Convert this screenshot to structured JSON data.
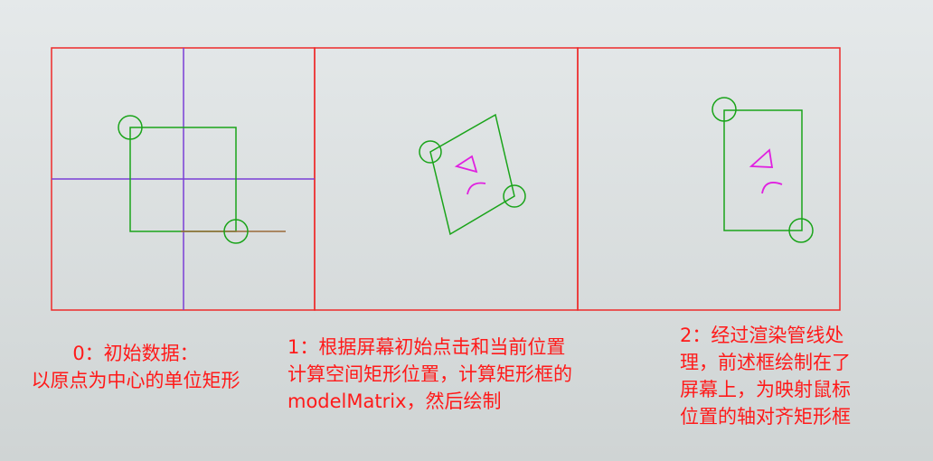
{
  "colors": {
    "frame": "#ee2a2a",
    "axes": "#7a3fd6",
    "rect": "#1aa41a",
    "handle": "#1aa41a",
    "direction_line": "#9a6a3a",
    "glyph": "#e020e0",
    "caption": "#ff1a1a"
  },
  "captions": {
    "step0": "0：初始数据：\n以原点为中心的单位矩形",
    "step1": "1：根据屏幕初始点击和当前位置\n计算空间矩形位置，计算矩形框的\nmodelMatrix，然后绘制",
    "step2": "2：经过渲染管线处\n理，前述框绘制在了\n屏幕上，为映射鼠标\n位置的轴对齐矩形框"
  }
}
